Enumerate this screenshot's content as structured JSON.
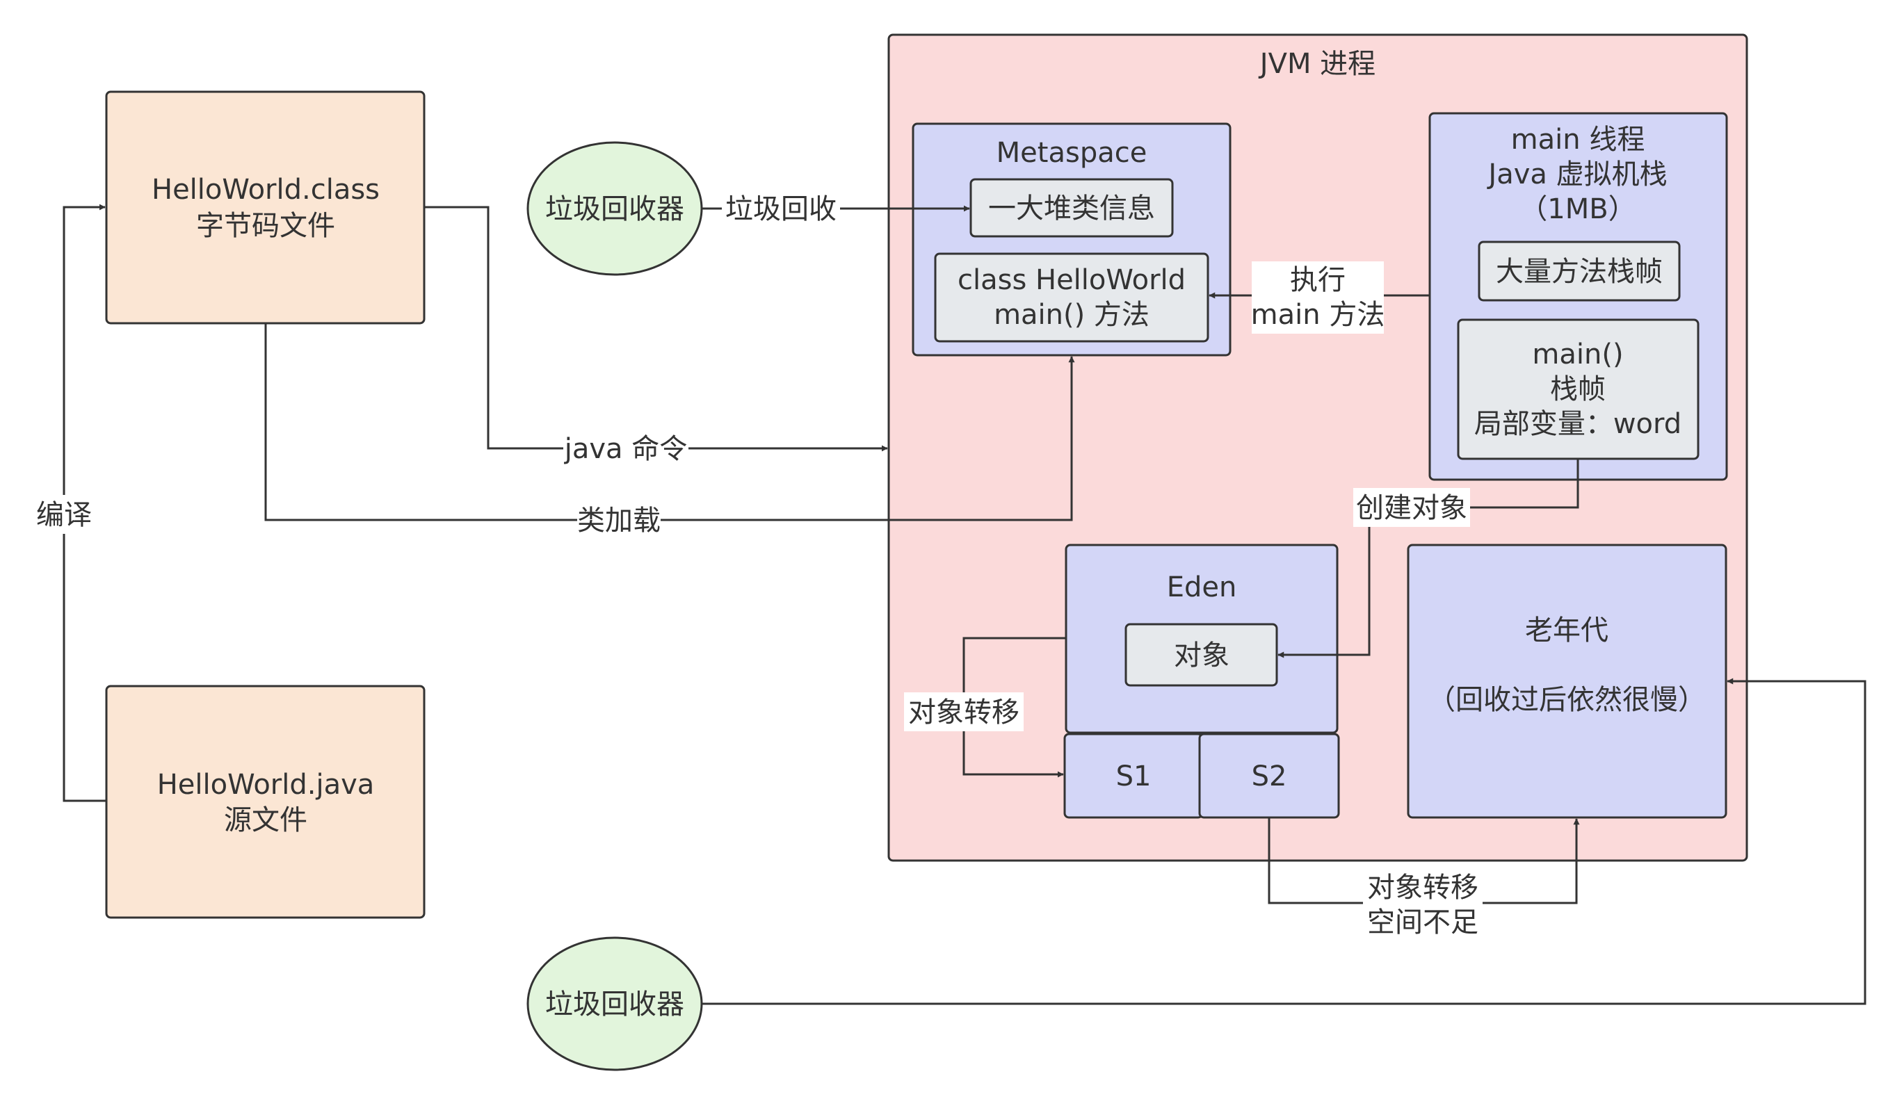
{
  "colors": {
    "file_fill": "#fbe6d4",
    "jvm_fill": "#fbdada",
    "region_fill": "#d3d6f7",
    "item_fill": "#e6e9ec",
    "gc_fill": "#e2f5dc",
    "stroke": "#333333"
  },
  "nodes": {
    "class_file": {
      "line1": "HelloWorld.class",
      "line2": "字节码文件"
    },
    "java_file": {
      "line1": "HelloWorld.java",
      "line2": "源文件"
    },
    "gc_top": {
      "label": "垃圾回收器"
    },
    "gc_bottom": {
      "label": "垃圾回收器"
    },
    "jvm": {
      "title": "JVM 进程"
    },
    "metaspace": {
      "title": "Metaspace"
    },
    "class_info": {
      "label": "一大堆类信息"
    },
    "hello_class": {
      "line1": "class HelloWorld",
      "line2": "main() 方法"
    },
    "main_thread": {
      "line1": "main 线程",
      "line2": "Java 虚拟机栈",
      "line3": "（1MB）"
    },
    "frames": {
      "label": "大量方法栈帧"
    },
    "main_frame": {
      "line1": "main()",
      "line2": "栈帧",
      "line3": "局部变量：word"
    },
    "eden": {
      "title": "Eden"
    },
    "object": {
      "label": "对象"
    },
    "s1": {
      "label": "S1"
    },
    "s2": {
      "label": "S2"
    },
    "old_gen": {
      "line1": "老年代",
      "line2": "（回收过后依然很慢）"
    }
  },
  "edges": {
    "compile": "编译",
    "java_cmd": "java 命令",
    "class_load": "类加载",
    "gc_collect": "垃圾回收",
    "execute_line1": "执行",
    "execute_line2": "main 方法",
    "create_object": "创建对象",
    "object_move": "对象转移",
    "move_old_line1": "对象转移",
    "move_old_line2": "空间不足"
  }
}
